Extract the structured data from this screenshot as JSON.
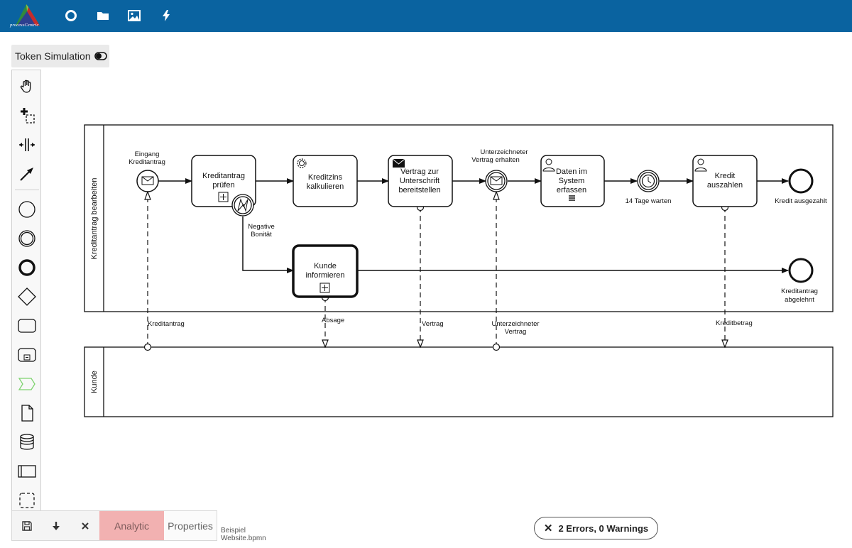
{
  "app": {
    "logo_text": "processCentric",
    "nav": [
      {
        "name": "circle-icon"
      },
      {
        "name": "folder-icon"
      },
      {
        "name": "image-icon"
      },
      {
        "name": "lightning-icon"
      }
    ]
  },
  "toolbar": {
    "token_simulation_label": "Token Simulation"
  },
  "palette": [
    "hand-tool-icon",
    "lasso-tool-icon",
    "space-tool-icon",
    "connect-tool-icon",
    "start-event-icon",
    "intermediate-event-icon",
    "end-event-icon",
    "gateway-icon",
    "task-icon",
    "subprocess-icon",
    "group-icon",
    "data-object-icon",
    "data-store-icon",
    "pool-icon",
    "group-select-icon"
  ],
  "bottom": {
    "analytic_label": "Analytic",
    "properties_label": "Properties",
    "filename_line1": "Beispiel",
    "filename_line2": "Website.bpmn"
  },
  "status": {
    "errors_label": "2 Errors, 0 Warnings"
  },
  "diagram": {
    "lanes": {
      "main": "Kreditantrag bearbeiten",
      "kunde": "Kunde"
    },
    "start_event": {
      "line1": "Eingang",
      "line2": "Kreditantrag"
    },
    "task_pruefen": {
      "line1": "Kreditantrag",
      "line2": "prüfen"
    },
    "boundary": {
      "line1": "Negative",
      "line2": "Bonität"
    },
    "task_zins": {
      "line1": "Kreditzins",
      "line2": "kalkulieren"
    },
    "task_vertrag": {
      "line1": "Vertrag zur",
      "line2": "Unterschrift",
      "line3": "bereitstellen"
    },
    "catch_vertrag": {
      "line1": "Unterzeichneter",
      "line2": "Vertrag erhalten"
    },
    "task_daten": {
      "line1": "Daten im",
      "line2": "System",
      "line3": "erfassen"
    },
    "timer": {
      "label": "14 Tage warten"
    },
    "task_auszahlen": {
      "line1": "Kredit",
      "line2": "auszahlen"
    },
    "end_ausgezahlt": {
      "label": "Kredit ausgezahlt"
    },
    "task_informieren": {
      "line1": "Kunde",
      "line2": "informieren"
    },
    "end_abgelehnt": {
      "line1": "Kreditantrag",
      "line2": "abgelehnt"
    },
    "messages": {
      "kreditantrag": "Kreditantrag",
      "absage": "Absage",
      "vertrag": "Vertrag",
      "unterz_line1": "Unterzeichneter",
      "unterz_line2": "Vertrag",
      "kreditbetrag": "Kreditbetrag"
    }
  },
  "colors": {
    "header": "#0a63a0",
    "analytic_tab": "#f2b1b1",
    "palette_highlight": "#7ed36f"
  }
}
